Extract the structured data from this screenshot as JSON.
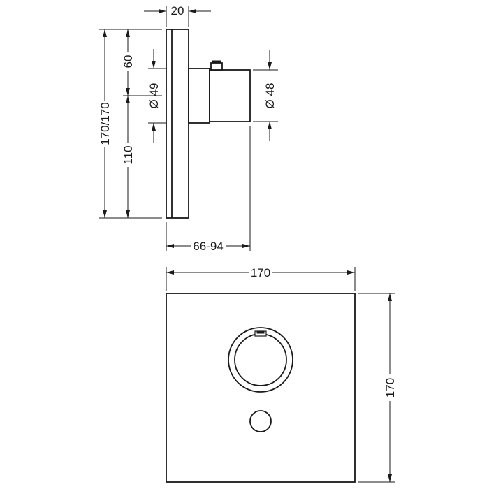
{
  "drawing": {
    "kind": "technical dimension drawing, concealed thermostat mixer (side view and front view)",
    "views": {
      "side": {
        "plate_thickness": "20",
        "center_from_top": "60",
        "stem_diameter": "Ø 49",
        "center_to_bottom": "110",
        "overall_height": "170/170",
        "handle_diameter": "Ø 48",
        "installation_depth": "66-94"
      },
      "front": {
        "width": "170",
        "height": "170"
      }
    }
  },
  "colors": {
    "line": "#1a1a1a",
    "background": "#ffffff"
  }
}
